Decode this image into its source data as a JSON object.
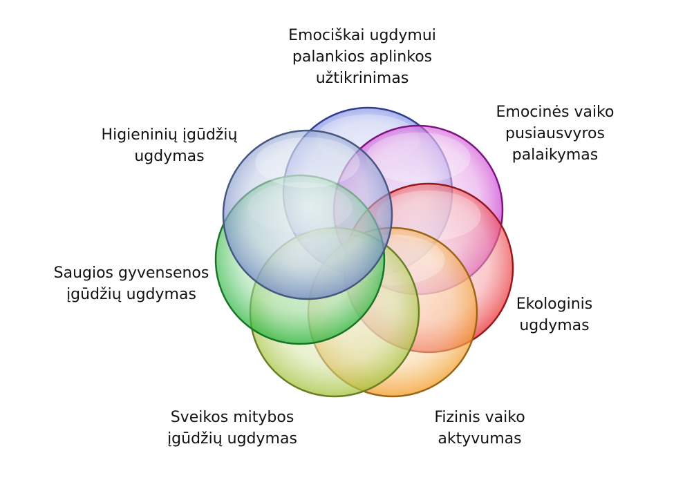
{
  "diagram": {
    "type": "seven-set-venn",
    "sets": [
      {
        "id": "emotional-environment",
        "label": "Emociškai ugdymui\npalankios aplinkos\nužtikrinimas",
        "color": "#4a5fd9"
      },
      {
        "id": "emotional-balance",
        "label": "Emocinės vaiko\npusiausvyros\npalaikymas",
        "color": "#c21fc9"
      },
      {
        "id": "ecological",
        "label": "Ekologinis\nugdymas",
        "color": "#e8252a"
      },
      {
        "id": "physical-activity",
        "label": "Fizinis vaiko\naktyvumas",
        "color": "#f29a22"
      },
      {
        "id": "healthy-nutrition",
        "label": "Sveikos mitybos\nįgūdžių ugdymas",
        "color": "#a3c23a"
      },
      {
        "id": "safe-lifestyle",
        "label": "Saugios gyvensenos\nįgūdžių ugdymas",
        "color": "#25b33a"
      },
      {
        "id": "hygiene",
        "label": "Higieninių įgūdžių\nugdymas",
        "color": "#6f86c4"
      }
    ]
  }
}
